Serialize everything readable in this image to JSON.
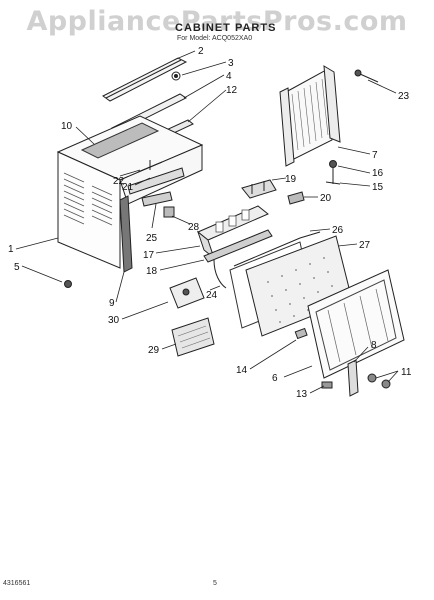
{
  "watermark": "AppliancePartsPros.com",
  "title": "CABINET PARTS",
  "subtitle": "For Model: ACQ052XA0",
  "part_numbers": [
    "1",
    "2",
    "3",
    "4",
    "5",
    "6",
    "7",
    "8",
    "9",
    "10",
    "11",
    "12",
    "13",
    "14",
    "15",
    "16",
    "17",
    "18",
    "19",
    "20",
    "21",
    "22",
    "23",
    "24",
    "25",
    "26",
    "27",
    "28",
    "29",
    "30"
  ],
  "callouts": {
    "c2": "2",
    "c3": "3",
    "c4": "4",
    "c12": "12",
    "c10": "10",
    "c23": "23",
    "c22": "22",
    "c21": "21",
    "c7": "7",
    "c19": "19",
    "c16": "16",
    "c15": "15",
    "c20": "20",
    "c25": "25",
    "c28": "28",
    "c1": "1",
    "c26": "26",
    "c27": "27",
    "c5": "5",
    "c17": "17",
    "c18": "18",
    "c24": "24",
    "c9": "9",
    "c30": "30",
    "c29": "29",
    "c14": "14",
    "c8": "8",
    "c6": "6",
    "c11": "11",
    "c13": "13"
  },
  "footer": {
    "doc_number": "4316561",
    "page": "5"
  }
}
